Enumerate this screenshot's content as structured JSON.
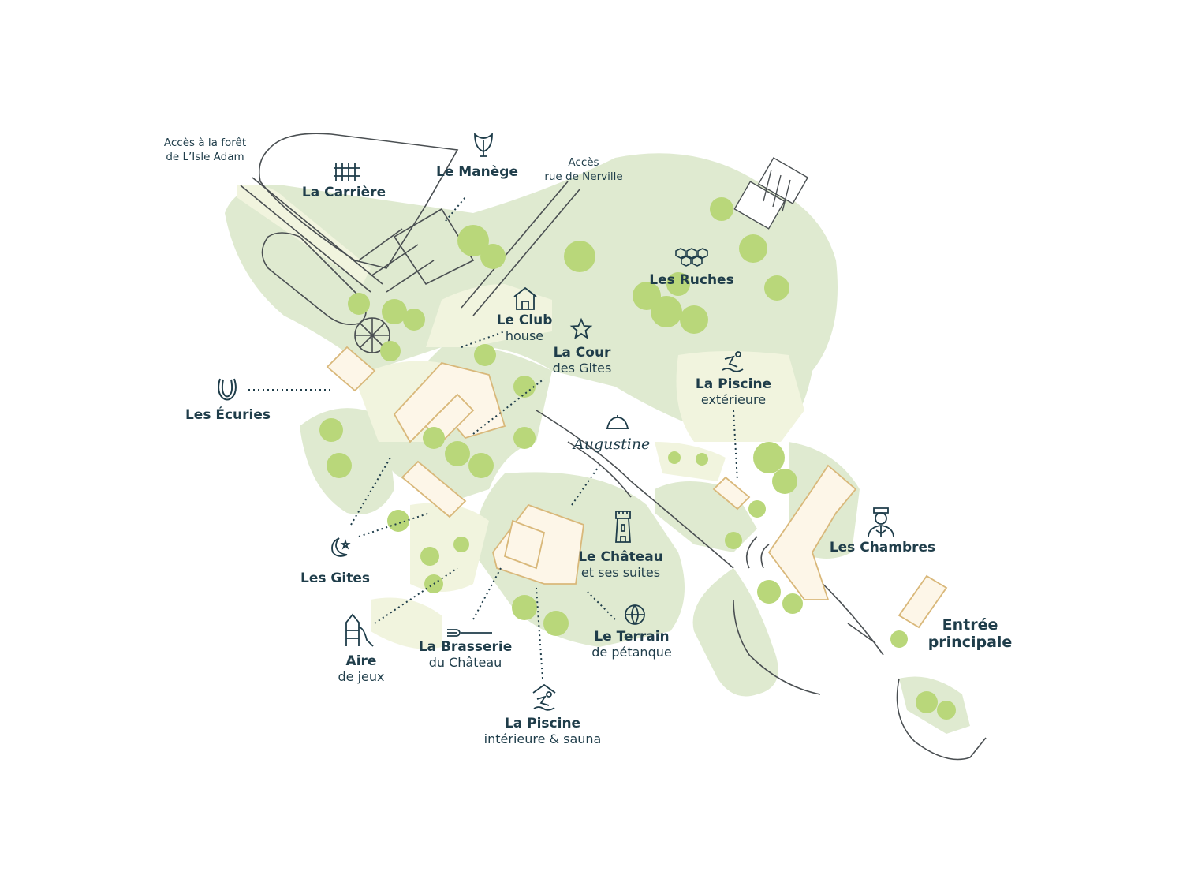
{
  "map": {
    "labels": {
      "foret_1": "Accès à la forêt",
      "foret_2": "de L’Isle Adam",
      "carriere": "La Carrière",
      "manege": "Le Manège",
      "acces_1": "Accès",
      "acces_2": "rue de Nerville",
      "ruches": "Les Ruches",
      "club_1": "Le Club",
      "club_2": "house",
      "cour_1": "La Cour",
      "cour_2": "des Gites",
      "piscine_ext_1": "La Piscine",
      "piscine_ext_2": "extérieure",
      "ecuries": "Les Écuries",
      "augustine": "Augustine",
      "chambres": "Les Chambres",
      "chateau_1": "Le Château",
      "chateau_2": "et ses suites",
      "gites": "Les Gites",
      "entree_1": "Entrée",
      "entree_2": "principale",
      "aire_1": "Aire",
      "aire_2": "de jeux",
      "brasserie_1": "La Brasserie",
      "brasserie_2": "du Château",
      "terrain_1": "Le Terrain",
      "terrain_2": "de pétanque",
      "piscine_int_1": "La Piscine",
      "piscine_int_2": "intérieure & sauna"
    },
    "icons": [
      "fence-icon",
      "saddle-icon",
      "beehive-icon",
      "house-icon",
      "star-icon",
      "swimmer-icon",
      "horseshoe-icon",
      "cloche-icon",
      "tower-icon",
      "bellboy-icon",
      "moon-icon",
      "slide-icon",
      "fork-icon",
      "petanque-ball-icon"
    ],
    "colors": {
      "text": "#1f3d4a",
      "building": "#d9b87a",
      "tree": "#b9d77a",
      "lawn": "#dfead0",
      "path": "#f1f4de",
      "outline": "#4a4f52"
    }
  }
}
